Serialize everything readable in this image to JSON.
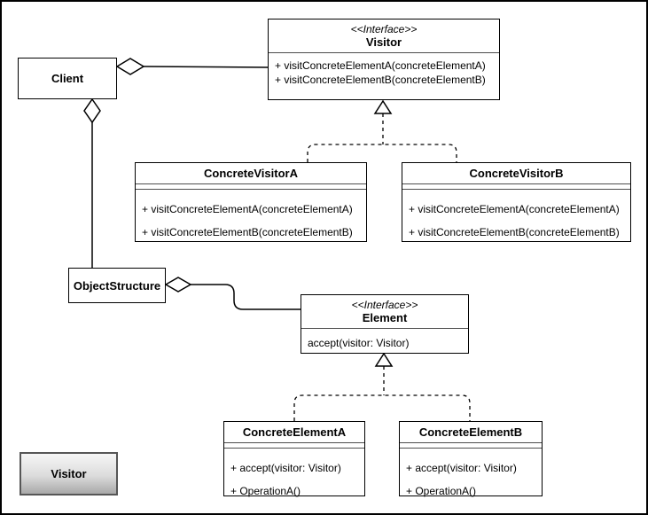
{
  "canvas": {
    "background": "#ffffff",
    "border_color": "#000000"
  },
  "colors": {
    "line": "#000000",
    "box_fill": "#ffffff",
    "gradient_top": "#f6f6f6",
    "gradient_bottom": "#a8a8a8",
    "gradient_border": "#565656"
  },
  "classes": {
    "client": {
      "name": "Client"
    },
    "visitor_interface": {
      "stereotype": "<<Interface>>",
      "name": "Visitor",
      "methods": [
        "+ visitConcreteElementA(concreteElementA)",
        "+ visitConcreteElementB(concreteElementB)"
      ]
    },
    "concrete_visitor_a": {
      "name": "ConcreteVisitorA",
      "methods": [
        "+ visitConcreteElementA(concreteElementA)",
        "+ visitConcreteElementB(concreteElementB)"
      ]
    },
    "concrete_visitor_b": {
      "name": "ConcreteVisitorB",
      "methods": [
        "+ visitConcreteElementA(concreteElementA)",
        "+ visitConcreteElementB(concreteElementB)"
      ]
    },
    "object_structure": {
      "name": "ObjectStructure"
    },
    "element_interface": {
      "stereotype": "<<Interface>>",
      "name": "Element",
      "methods": [
        "accept(visitor: Visitor)"
      ]
    },
    "concrete_element_a": {
      "name": "ConcreteElementA",
      "methods": [
        "+ accept(visitor: Visitor)",
        "+ OperationA()"
      ]
    },
    "concrete_element_b": {
      "name": "ConcreteElementB",
      "methods": [
        "+ accept(visitor: Visitor)",
        "+ OperationA()"
      ]
    },
    "pattern_label": {
      "name": "Visitor"
    }
  },
  "relationships": [
    {
      "type": "aggregation",
      "from": "Client",
      "to": "Visitor"
    },
    {
      "type": "aggregation",
      "from": "Client",
      "to": "ObjectStructure"
    },
    {
      "type": "aggregation",
      "from": "ObjectStructure",
      "to": "Element"
    },
    {
      "type": "realization",
      "from": "ConcreteVisitorA",
      "to": "Visitor"
    },
    {
      "type": "realization",
      "from": "ConcreteVisitorB",
      "to": "Visitor"
    },
    {
      "type": "realization",
      "from": "ConcreteElementA",
      "to": "Element"
    },
    {
      "type": "realization",
      "from": "ConcreteElementB",
      "to": "Element"
    }
  ]
}
